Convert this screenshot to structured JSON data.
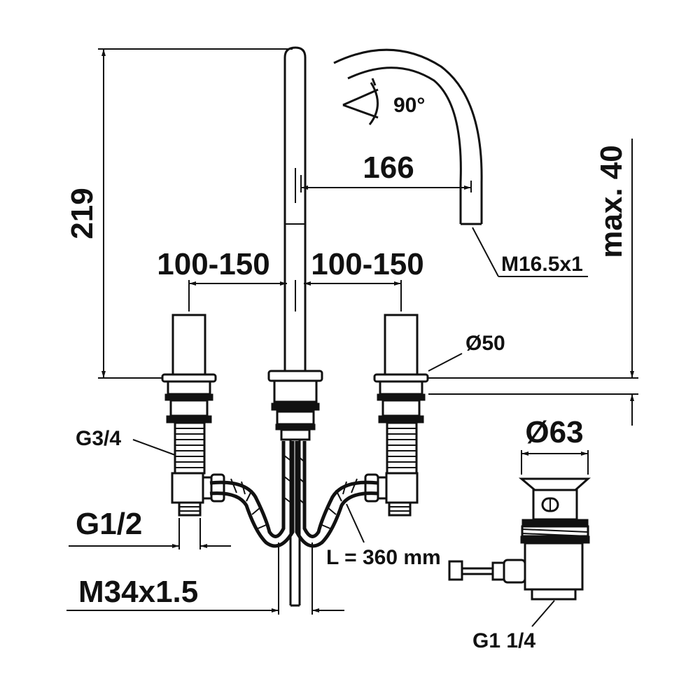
{
  "dimensions": {
    "height_total": "219",
    "spread_left": "100-150",
    "spread_right": "100-150",
    "spout_reach": "166",
    "swivel_angle": "90°",
    "aerator_thread": "M16.5x1",
    "max_deck_thickness": "max. 40",
    "rosette_diameter": "Ø50",
    "handle_thread": "G3/4",
    "inlet_thread": "G1/2",
    "spout_mount_thread": "M34x1.5",
    "hose_length": "L = 360 mm",
    "drain_diameter": "Ø63",
    "drain_thread": "G1 1/4"
  },
  "colors": {
    "line": "#111111",
    "background": "#ffffff"
  }
}
